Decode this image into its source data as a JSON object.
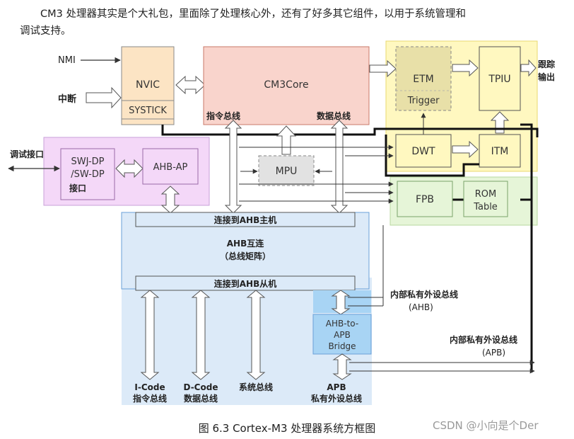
{
  "intro_line1": "CM3 处理器其实是个大礼包，里面除了处理核心外，还有了好多其它组件，以用于系统管理和",
  "intro_line2": "调试支持。",
  "caption": "图 6.3    Cortex-M3 处理器系统方框图",
  "watermark": "CSDN @小向是个Der",
  "labels": {
    "nmi": "NMI",
    "interrupt": "中断",
    "nvic": "NVIC",
    "systick": "SYSTICK",
    "cm3core": "CM3Core",
    "instr_bus": "指令总线",
    "data_bus": "数据总线",
    "etm": "ETM",
    "trigger": "Trigger",
    "tpiu": "TPIU",
    "trace_out_1": "跟踪",
    "trace_out_2": "输出",
    "debug_port": "调试接口",
    "swj_1": "SWJ-DP",
    "swj_2": "/SW-DP",
    "swj_3": "接口",
    "ahb_ap": "AHB-AP",
    "mpu": "MPU",
    "dwt": "DWT",
    "itm": "ITM",
    "fpb": "FPB",
    "rom_1": "ROM",
    "rom_2": "Table",
    "ahb_master": "连接到AHB主机",
    "ahb_inter_1": "AHB互连",
    "ahb_inter_2": "（总线矩阵）",
    "ahb_slave": "连接到AHB从机",
    "ppb_ahb_1": "内部私有外设总线",
    "ppb_ahb_2": "(AHB)",
    "bridge_1": "AHB-to-",
    "bridge_2": "APB",
    "bridge_3": "Bridge",
    "ppb_apb_1": "内部私有外设总线",
    "ppb_apb_2": "(APB)",
    "icode_1": "I-Code",
    "icode_2": "指令总线",
    "dcode_1": "D-Code",
    "dcode_2": "数据总线",
    "sysbus": "系统总线",
    "apb_1": "APB",
    "apb_2": "私有外设总线"
  },
  "colors": {
    "core_fill": "#f9d4cc",
    "core_stroke": "#c97a6a",
    "nvic_fill": "#fce4c4",
    "debug_bg": "#fff8c0",
    "etm_fill": "#e8e0a8",
    "swj_bg": "#f4d8f8",
    "swj_stroke": "#9a6aa8",
    "fpb_bg": "#e6f5d8",
    "fpb_stroke": "#7aa46a",
    "mpu_fill": "#e2e2e2",
    "ahb_fill": "#dceaf8",
    "ahb_stroke": "#6aa0d8",
    "bridge_fill": "#a8d4f4"
  }
}
